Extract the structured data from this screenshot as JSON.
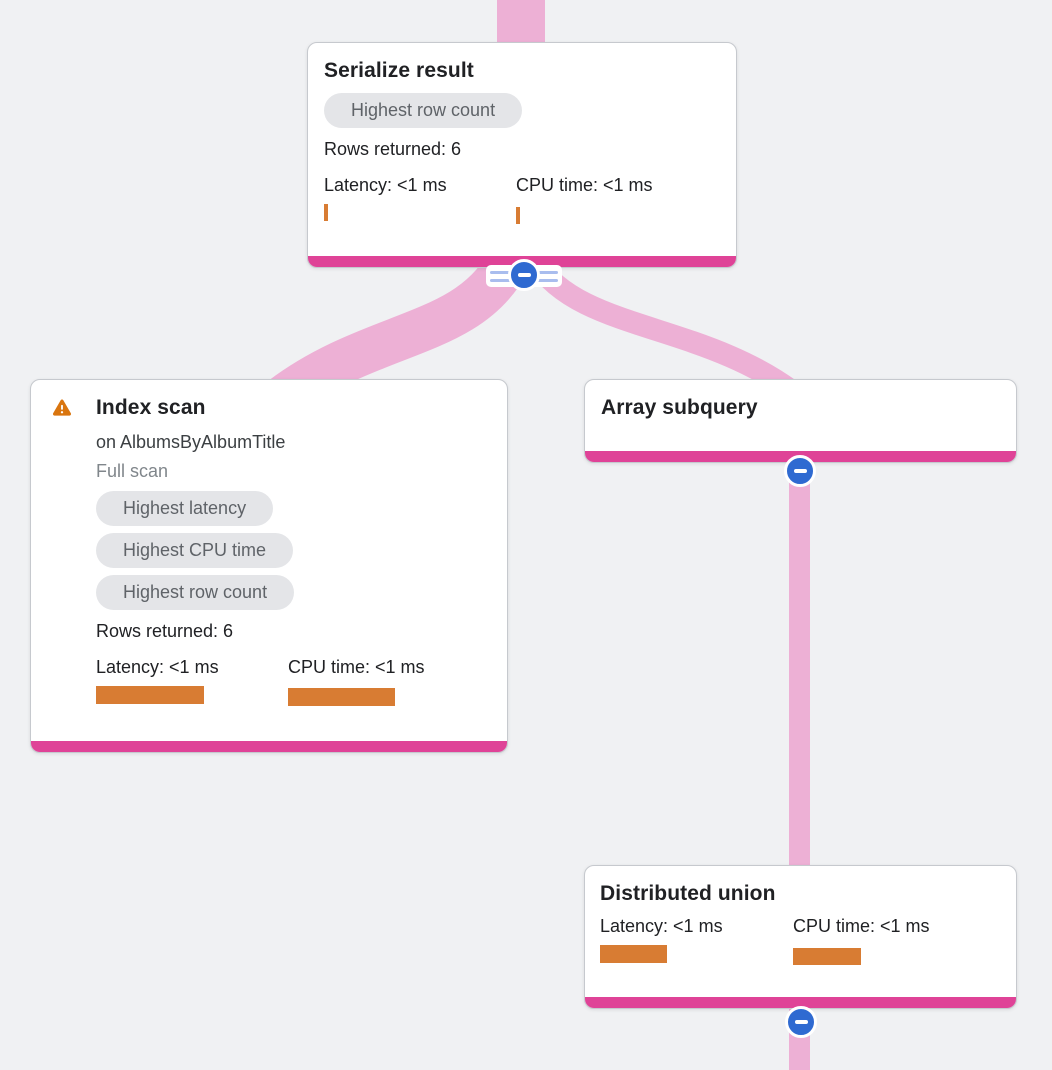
{
  "colors": {
    "background": "#f0f1f3",
    "edge_pink": "#edb0d5",
    "accent_magenta": "#df4397",
    "bar_orange": "#d87c33",
    "badge_bg": "#e4e5e8",
    "badge_text": "#5f6368",
    "collapse_blue": "#2f6ad1",
    "collapse_lines": "#a9bdee",
    "warning_orange": "#d9750f",
    "card_border": "#c6c9ce",
    "title_text": "#202124",
    "subtitle_text": "#3c4043",
    "muted_text": "#80868b"
  },
  "nodes": {
    "serialize": {
      "title": "Serialize result",
      "badges": [
        "Highest row count"
      ],
      "rows_returned": "Rows returned: 6",
      "latency_label": "Latency: <1 ms",
      "cpu_label": "CPU time: <1 ms",
      "latency_bar_style": "width:4px;height:17px",
      "cpu_bar_style": "width:4px;height:17px;margin-top:11px"
    },
    "index_scan": {
      "title": "Index scan",
      "subtitle": "on AlbumsByAlbumTitle",
      "scan_type": "Full scan",
      "badges": [
        "Highest latency",
        "Highest CPU time",
        "Highest row count"
      ],
      "rows_returned": "Rows returned: 6",
      "latency_label": "Latency: <1 ms",
      "cpu_label": "CPU time: <1 ms",
      "latency_bar_style": "width:108px;height:18px",
      "cpu_bar_style": "width:107px;height:18px;margin-top:10px",
      "warning_icon": "warning-triangle"
    },
    "array_subquery": {
      "title": "Array subquery"
    },
    "distributed_union": {
      "title": "Distributed union",
      "latency_label": "Latency: <1 ms",
      "cpu_label": "CPU time: <1 ms",
      "latency_bar_style": "width:67px;height:18px",
      "cpu_bar_style": "width:68px;height:17px;margin-top:11px"
    }
  }
}
